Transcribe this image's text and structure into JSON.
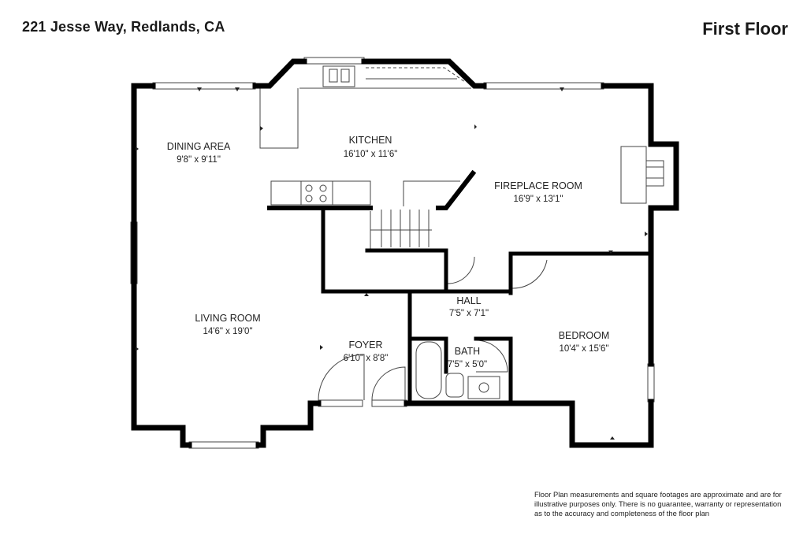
{
  "header": {
    "address": "221 Jesse Way, Redlands, CA",
    "floor_label": "First Floor"
  },
  "rooms": [
    {
      "name": "DINING AREA",
      "dims": "9'8\" x 9'11\""
    },
    {
      "name": "KITCHEN",
      "dims": "16'10\" x 11'6\""
    },
    {
      "name": "FIREPLACE ROOM",
      "dims": "16'9\" x 13'1\""
    },
    {
      "name": "LIVING ROOM",
      "dims": "14'6\" x 19'0\""
    },
    {
      "name": "HALL",
      "dims": "7'5\" x 7'1\""
    },
    {
      "name": "FOYER",
      "dims": "6'10\" x 8'8\""
    },
    {
      "name": "BATH",
      "dims": "7'5\" x 5'0\""
    },
    {
      "name": "BEDROOM",
      "dims": "10'4\" x 15'6\""
    }
  ],
  "disclaimer": {
    "line1": "Floor Plan measurements and square footages are approximate and are for",
    "line2": "illustrative purposes only. There is no guarantee, warranty or representation",
    "line3": "as to the accuracy and completeness of the floor plan"
  }
}
